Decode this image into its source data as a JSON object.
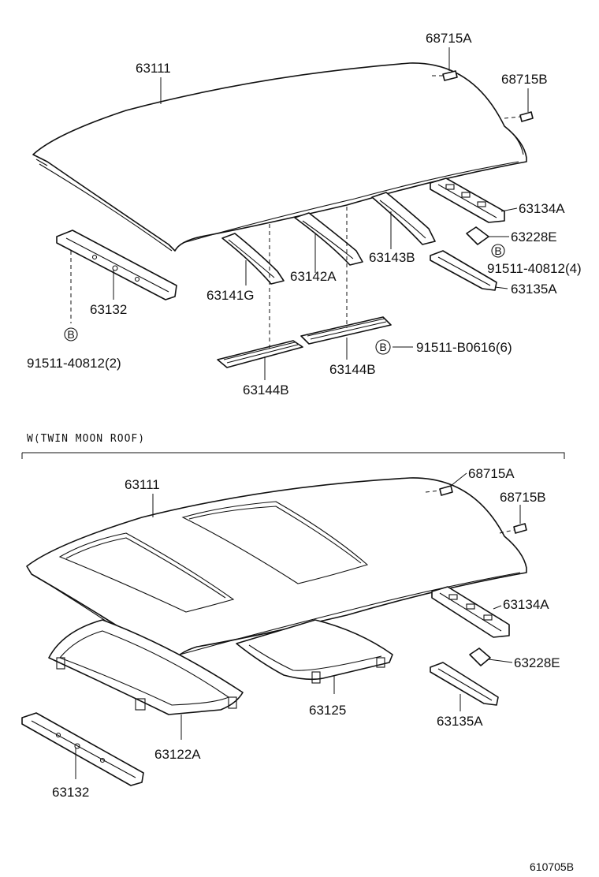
{
  "section_top": {
    "labels": {
      "roof_panel": "63111",
      "patch_a": "68715A",
      "patch_b": "68715B",
      "rear_header_rein": "63134A",
      "bracket_e": "63228E",
      "bolt_b4": "91511-40812(4)",
      "rear_header_rein_lower": "63135A",
      "bow_b": "63143B",
      "bow_a": "63142A",
      "bow_g": "63141G",
      "front_header": "63132",
      "bolt_b2": "91511-40812(2)",
      "silencer_left": "63144B",
      "silencer_right": "63144B",
      "bolt_b6": "91511-B0616(6)"
    },
    "callout_letter": "B"
  },
  "section_bottom": {
    "heading": "W(TWIN MOON ROOF)",
    "labels": {
      "roof_panel": "63111",
      "patch_a": "68715A",
      "patch_b": "68715B",
      "rear_header_rein": "63134A",
      "bracket_e": "63228E",
      "frame_rear": "63125",
      "rear_header_rein_lower": "63135A",
      "frame_front": "63122A",
      "front_header": "63132"
    }
  },
  "footer": {
    "figure_id": "610705B"
  }
}
